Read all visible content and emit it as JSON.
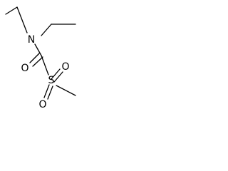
{
  "molecule": {
    "atoms": {
      "nitrogen": "N",
      "carbonyl_oxygen": "O",
      "sulfur": "S",
      "sulfonyl_oxygen_top": "O",
      "sulfonyl_oxygen_bottom": "O"
    },
    "colors": {
      "ink": "#000000",
      "background": "#ffffff"
    }
  }
}
